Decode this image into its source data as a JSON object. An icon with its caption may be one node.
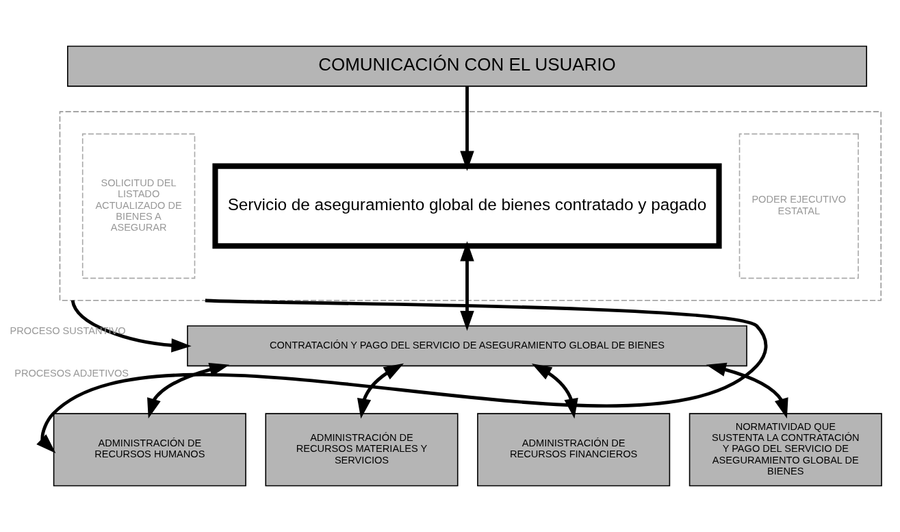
{
  "diagram": {
    "nodes": [
      {
        "text": [
          "COMUNICACIÓN CON EL USUARIO"
        ]
      },
      {
        "text": [],
        "shape": "box"
      },
      {
        "text": [
          "SOLICITUD DEL LISTADO ACTUALIZADO DE BIENES A ASEGURAR"
        ],
        "in": 1
      },
      {
        "text": [
          "Servicio de aseguramiento global de bienes contratado y pagado"
        ],
        "in": 1
      },
      {
        "text": [
          "PODER EJECUTIVO ESTATAL"
        ],
        "in": 1
      },
      {
        "text": [
          "CONTRATACIÓN Y PAGO DEL SERVICIO DE ASEGURAMIENTO GLOBAL DE BIENES"
        ]
      },
      {
        "text": [
          "ADMINISTRACIÓN DE RECURSOS HUMANOS"
        ]
      },
      {
        "text": [
          "ADMINISTRACIÓN DE RECURSOS MATERIALES Y SERVICIOS"
        ]
      },
      {
        "text": [
          "ADMINISTRACIÓN DE RECURSOS FINANCIEROS"
        ]
      },
      {
        "text": [
          "NORMATIVIDAD QUE SUSTENTA LA CONTRATACIÓN Y PAGO DEL SERVICIO DE ASEGURAMIENTO GLOBAL DE BIENES"
        ]
      }
    ],
    "edges": [
      {
        "from": 0,
        "to": 3,
        "arrow": "to"
      },
      {
        "from": 3,
        "to": 5,
        "arrow": "both"
      },
      {
        "from": 1,
        "to": 5,
        "arrow": "to",
        "label": "PROCESO SUSTANTIVO"
      },
      {
        "from": 5,
        "to": 6,
        "arrow": "both"
      },
      {
        "from": 5,
        "to": 7,
        "arrow": "both"
      },
      {
        "from": 5,
        "to": 8,
        "arrow": "both"
      },
      {
        "from": 5,
        "to": 9,
        "arrow": "both"
      },
      {
        "from": 1,
        "to": 6,
        "arrow": "to",
        "label": "PROCESOS ADJETIVOS"
      }
    ]
  }
}
